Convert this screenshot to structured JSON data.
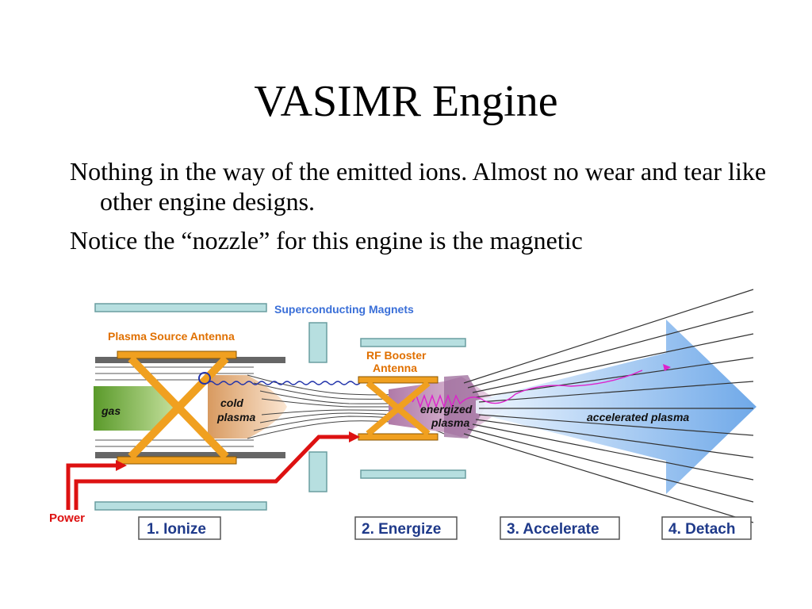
{
  "slide": {
    "title": "VASIMR Engine",
    "bullets": [
      "Nothing in the way of the emitted ions.  Almost no wear and tear like other engine designs.",
      "Notice the “nozzle” for this engine is the magnetic"
    ]
  },
  "diagram": {
    "labels": {
      "superconducting_magnets": "Superconducting Magnets",
      "plasma_source_antenna": "Plasma Source Antenna",
      "rf_booster_antenna_line1": "RF Booster",
      "rf_booster_antenna_line2": "Antenna",
      "gas": "gas",
      "cold_plasma_line1": "cold",
      "cold_plasma_line2": "plasma",
      "energized_plasma_line1": "energized",
      "energized_plasma_line2": "plasma",
      "accelerated_plasma": "accelerated plasma",
      "power": "Power"
    },
    "stages": [
      "1. Ionize",
      "2. Energize",
      "3. Accelerate",
      "4. Detach"
    ],
    "colors": {
      "magnet_fill": "#b7dfe0",
      "antenna_orange": "#f0a020",
      "label_blue": "#3a6fd8",
      "label_orange": "#e07000",
      "power_red": "#dd1111",
      "gas_green": "#7cb342",
      "cold_plasma_tan": "#e8b98a",
      "energized_purple": "#c08fb6",
      "accelerated_blue": "#7fb3ea",
      "stage_text": "#1f3a8a"
    }
  }
}
